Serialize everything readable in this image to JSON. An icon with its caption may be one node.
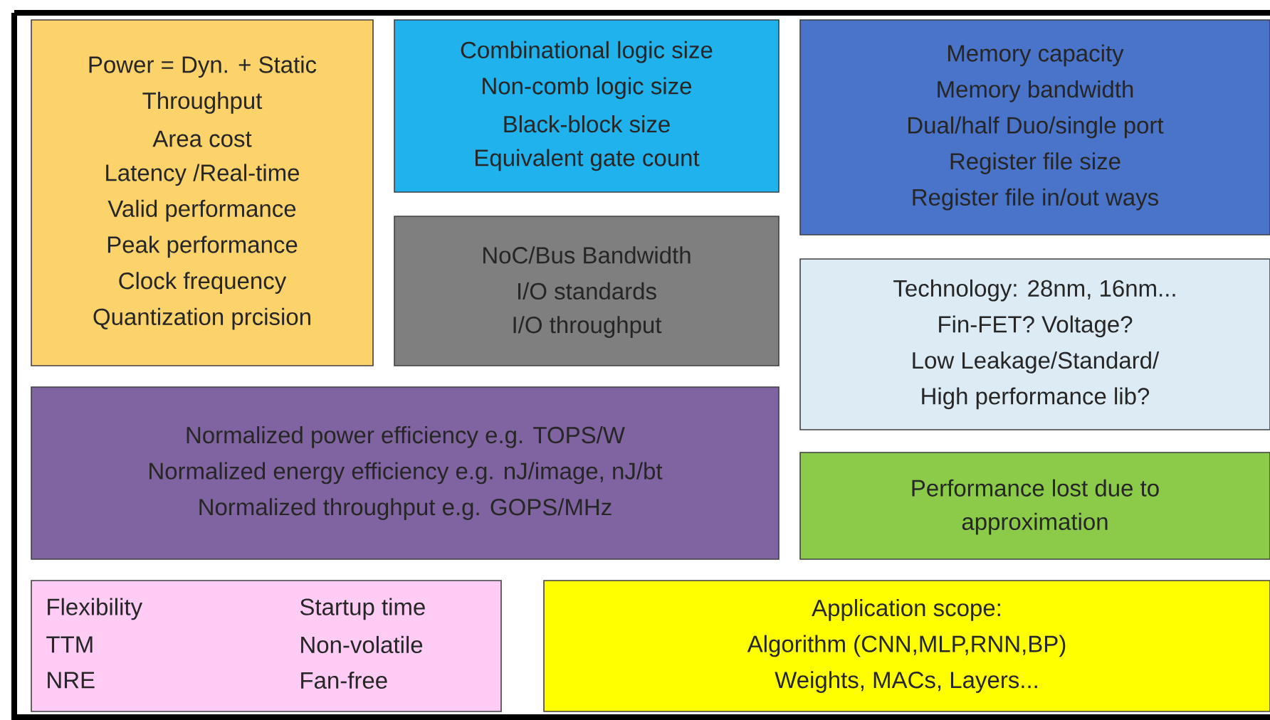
{
  "diagram": {
    "nodes": [
      {
        "text": [
          "Power = Dyn. + Static",
          "Throughput",
          "Area cost",
          "Latency /Real-time",
          "Valid performance",
          "Peak performance",
          "Clock frequency",
          "Quantization prcision"
        ]
      },
      {
        "text": [
          "Combinational logic size",
          "Non-comb logic size",
          "Black-block size",
          "Equivalent gate count"
        ]
      },
      {
        "text": [
          "Memory capacity",
          "Memory bandwidth",
          "Dual/half Duo/single port",
          "Register file size",
          "Register file in/out ways"
        ]
      },
      {
        "text": [
          "NoC/Bus Bandwidth",
          "I/O standards",
          "I/O throughput"
        ]
      },
      {
        "text": [
          "Technology: 28nm, 16nm...",
          "Fin-FET? Voltage?",
          "Low Leakage/Standard/",
          "High performance lib?"
        ]
      },
      {
        "text": [
          "Normalized power efficiency e.g. TOPS/W",
          "Normalized energy efficiency e.g. nJ/image, nJ/bt",
          "Normalized throughput e.g. GOPS/MHz"
        ]
      },
      {
        "text": [
          "Performance lost due to",
          "approximation"
        ]
      },
      {
        "text": [
          "Flexibility",
          "Startup time",
          "TTM",
          "Non-volatile",
          "NRE",
          "Fan-free"
        ]
      },
      {
        "text": [
          "Application scope:",
          "Algorithm (CNN,MLP,RNN,BP)",
          "Weights, MACs, Layers..."
        ]
      }
    ]
  }
}
